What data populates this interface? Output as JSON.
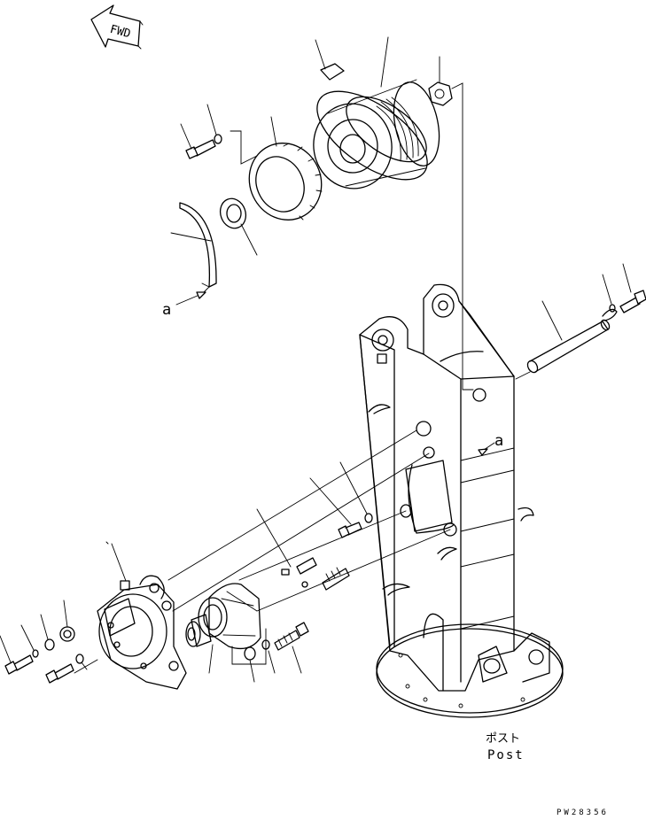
{
  "direction_label": "FWD",
  "reference_mark_a": "a",
  "part_name_jp": "ポスト",
  "part_name_en": "Post",
  "drawing_number": "PW28356",
  "colors": {
    "line": "#000000",
    "background": "#ffffff"
  },
  "icons": [
    "forward-arrow-icon"
  ]
}
